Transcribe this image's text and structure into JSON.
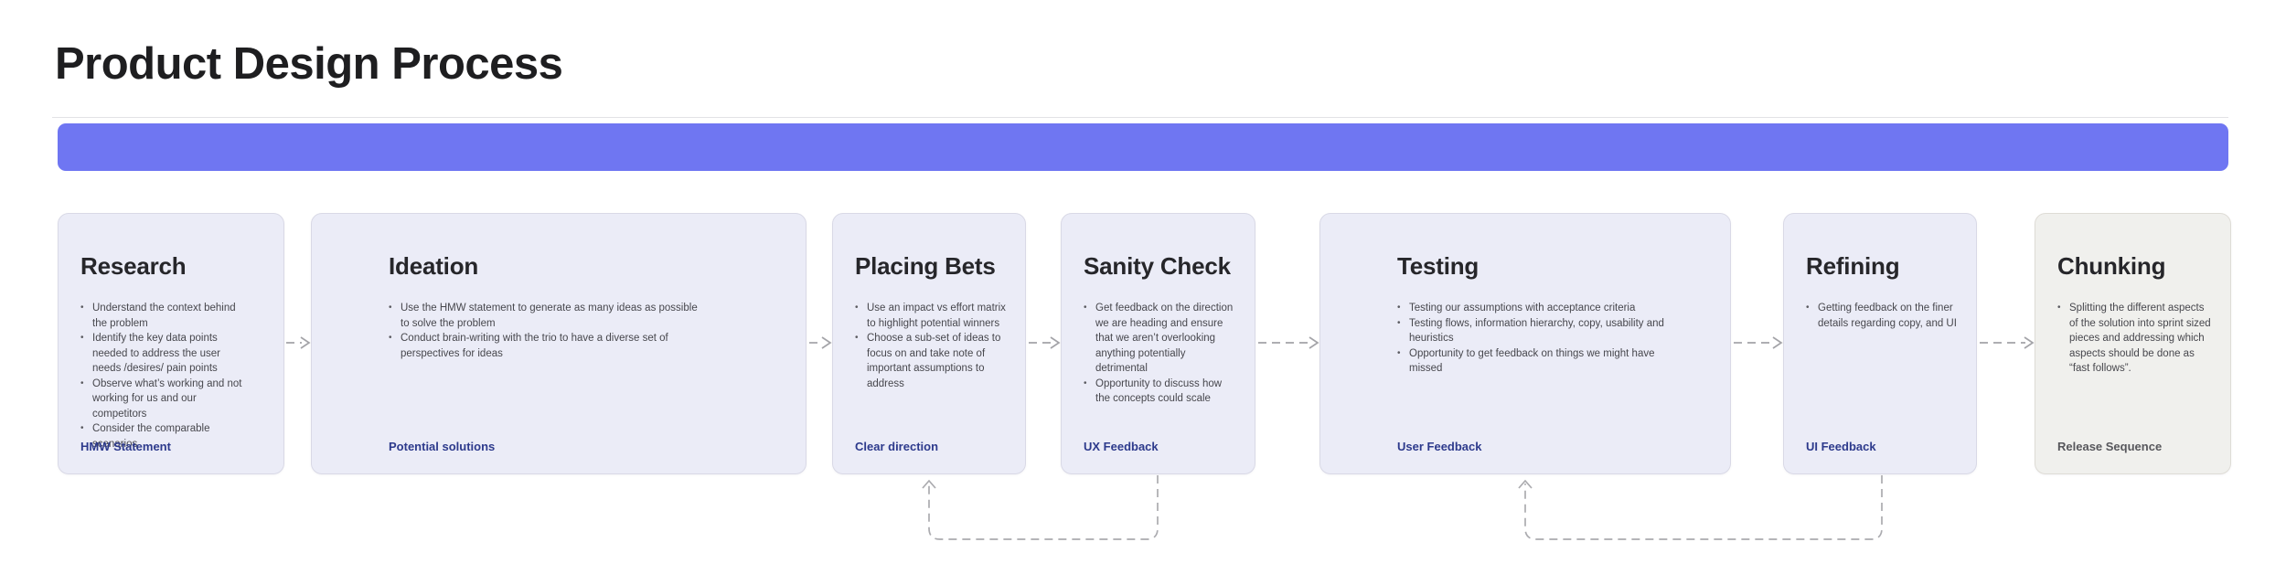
{
  "page": {
    "title": "Product Design Process"
  },
  "colors": {
    "accent_bar": "#6F76F2",
    "card_bg": "#EBECF7",
    "card_bg_gray": "#F0F0ED",
    "label_blue": "#2D3A8C",
    "label_gray": "#57575C",
    "connector_gray": "#A3A3A8"
  },
  "cards": [
    {
      "title": "Research",
      "bullets": [
        "Understand the context behind the problem",
        "Identify the key data points needed to address the user needs /desires/ pain points",
        "Observe what’s working and not working for us and our competitors",
        "Consider the comparable scenarios"
      ],
      "label": "HMW Statement",
      "label_color": "blue",
      "variant": "lavender"
    },
    {
      "title": "Ideation",
      "bullets": [
        "Use the HMW statement to generate as many ideas as possible to solve the problem",
        "Conduct brain-writing with the trio to have a diverse set of perspectives for ideas"
      ],
      "label": "Potential solutions",
      "label_color": "blue",
      "variant": "lavender"
    },
    {
      "title": "Placing Bets",
      "bullets": [
        "Use an impact vs effort matrix to highlight potential winners",
        "Choose a sub-set of ideas to focus on and take note of important assumptions to address"
      ],
      "label": "Clear direction",
      "label_color": "blue",
      "variant": "lavender"
    },
    {
      "title": "Sanity Check",
      "bullets": [
        "Get feedback on the direction we are heading and ensure that we aren’t overlooking anything potentially detrimental",
        "Opportunity to discuss how the concepts could scale"
      ],
      "label": "UX Feedback",
      "label_color": "blue",
      "variant": "lavender"
    },
    {
      "title": "Testing",
      "bullets": [
        "Testing our assumptions with acceptance criteria",
        "Testing flows, information hierarchy, copy, usability and heuristics",
        "Opportunity to get feedback on things we might have missed"
      ],
      "label": "User Feedback",
      "label_color": "blue",
      "variant": "lavender"
    },
    {
      "title": "Refining",
      "bullets": [
        "Getting feedback on the finer details regarding copy, and UI"
      ],
      "label": "UI Feedback",
      "label_color": "blue",
      "variant": "lavender"
    },
    {
      "title": "Chunking",
      "bullets": [
        "Splitting the different aspects of the solution into sprint sized pieces and addressing which aspects should be done as “fast follows”."
      ],
      "label": "Release Sequence",
      "label_color": "gray",
      "variant": "gray"
    }
  ],
  "flow": {
    "forward": [
      "Research → Ideation",
      "Ideation → Placing Bets",
      "Placing Bets → Sanity Check",
      "Sanity Check → Testing",
      "Testing → Refining",
      "Refining → Chunking"
    ],
    "feedback_loops": [
      {
        "from": "Sanity Check",
        "to": "Placing Bets"
      },
      {
        "from": "Refining",
        "to": "Testing"
      }
    ]
  }
}
